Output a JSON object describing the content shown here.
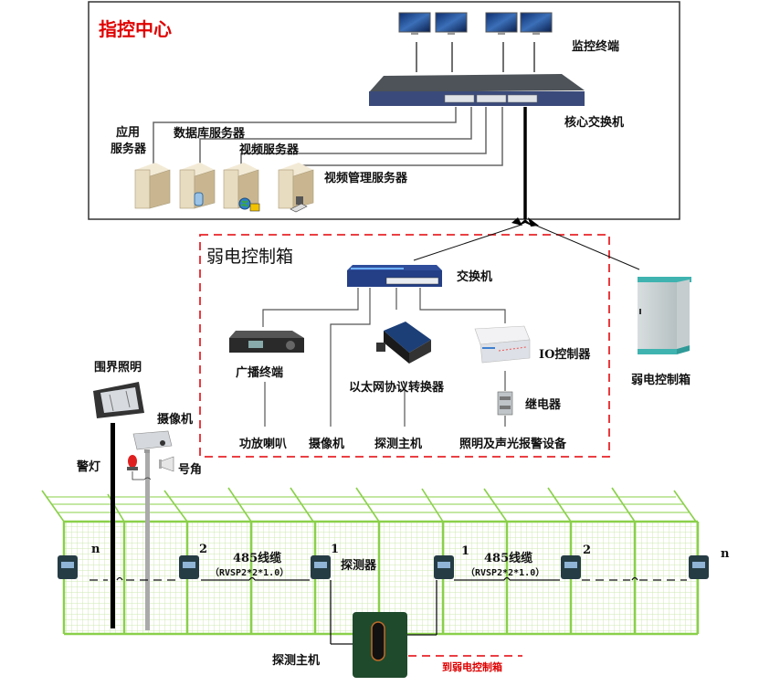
{
  "command_center": {
    "title": "指控中心",
    "monitor_terminals_label": "监控终端",
    "core_switch_label": "核心交换机",
    "servers": [
      {
        "label_line1": "应用",
        "label_line2": "服务器",
        "badge": "none"
      },
      {
        "label": "数据库服务器",
        "badge": "database"
      },
      {
        "label": "视频服务器",
        "badge": "globe"
      },
      {
        "label": "视频管理服务器",
        "badge": "workstation"
      }
    ],
    "monitor_count": 4
  },
  "control_box": {
    "title": "弱电控制箱",
    "switch_label": "交换机",
    "broadcast_terminal_label": "广播终端",
    "ethernet_converter_label": "以太网协议转换器",
    "io_controller_label": "IO控制器",
    "relay_label": "继电器",
    "bottom_labels": {
      "amplifier_speaker": "功放喇叭",
      "camera": "摄像机",
      "detector_host": "探测主机",
      "lighting_alarm": "照明及声光报警设备"
    },
    "cabinet_label": "弱电控制箱"
  },
  "perimeter": {
    "lighting_label": "围界照明",
    "camera_label": "摄像机",
    "warning_light_label": "警灯",
    "horn_label": "号角",
    "detector_label": "探测器",
    "detector_host_label": "探测主机",
    "to_control_box_label": "到弱电控制箱",
    "cable_left": {
      "name": "485线缆",
      "spec": "（RVSP2*2*1.0）"
    },
    "cable_right": {
      "name": "485线缆",
      "spec": "（RVSP2*2*1.0）"
    },
    "detector_numbers_left": [
      "n",
      "2",
      "1"
    ],
    "detector_numbers_right": [
      "1",
      "2",
      "n"
    ]
  },
  "colors": {
    "title_red": "#e00000",
    "dashed_red": "#e8242a",
    "fence_green": "#8ad04a",
    "fence_grid": "#cfe9b2"
  }
}
